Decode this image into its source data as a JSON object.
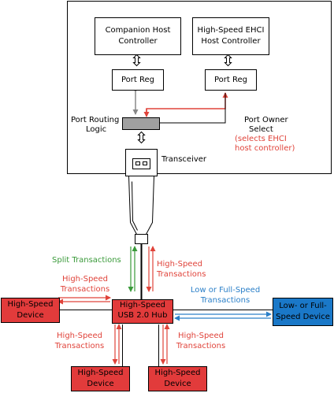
{
  "colors": {
    "red_fill": "#e23b3b",
    "blue_fill": "#1a78c8",
    "arrow_red": "#e0433a",
    "arrow_green": "#3a9a3a",
    "arrow_blue": "#2a7fc8",
    "arrow_gray": "#888888",
    "routing_fill": "#a0a0a0"
  },
  "host": {
    "companion": [
      "Companion Host",
      "Controller"
    ],
    "ehci": [
      "High-Speed EHCI",
      "Host Controller"
    ],
    "port_reg": "Port Reg",
    "routing": [
      "Port Routing",
      "Logic"
    ],
    "owner_select": [
      "Port Owner",
      "Select"
    ],
    "owner_note": [
      "(selects EHCI",
      "host controller)"
    ],
    "transceiver": "Transceiver"
  },
  "links": {
    "split": "Split Transactions",
    "hs_up": [
      "High-Speed",
      "Transactions"
    ],
    "hs_left": [
      "High-Speed",
      "Transactions"
    ],
    "low_full": [
      "Low or Full-Speed",
      "Transactions"
    ],
    "hs_down_left": [
      "High-Speed",
      "Transactions"
    ],
    "hs_down_right": [
      "High-Speed",
      "Transactions"
    ]
  },
  "devices": {
    "hub": [
      "High-Speed",
      "USB 2.0 Hub"
    ],
    "left": [
      "High-Speed",
      "Device"
    ],
    "lowfull": [
      "Low- or Full-",
      "Speed Device"
    ],
    "bottom_left": [
      "High-Speed",
      "Device"
    ],
    "bottom_right": [
      "High-Speed",
      "Device"
    ]
  }
}
